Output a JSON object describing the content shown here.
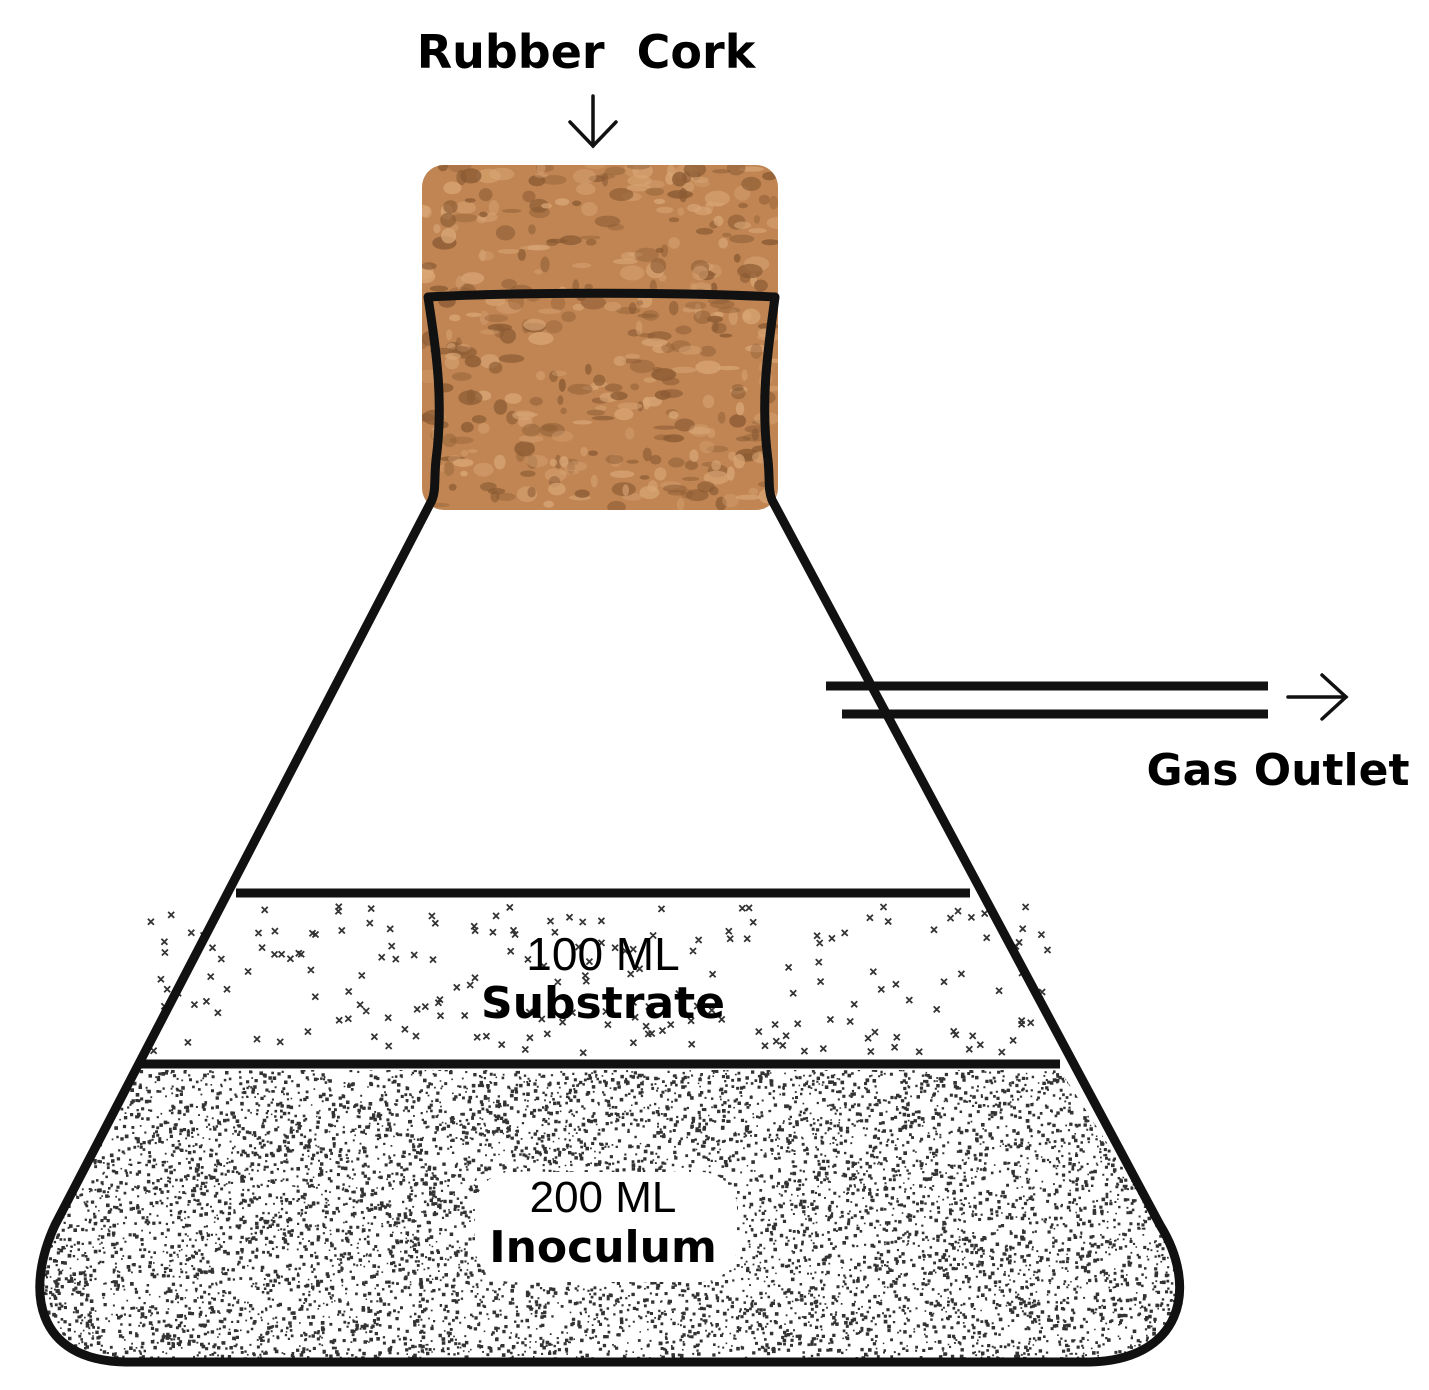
{
  "labels": {
    "cork": "Rubber  Cork",
    "outlet": "Gas Outlet",
    "substrate_volume": "100 ML",
    "substrate_name": "Substrate",
    "inoculum_volume": "200 ML",
    "inoculum_name": "Inoculum"
  },
  "colors": {
    "outline": "#111111",
    "cork_base": "#c08552",
    "cork_dark": "#8a5a33",
    "cork_light": "#d9a676",
    "speck": "#333333",
    "background": "#ffffff"
  },
  "icons": {
    "cork_arrow": "arrow-down-icon",
    "outlet_arrow": "arrow-right-icon"
  }
}
